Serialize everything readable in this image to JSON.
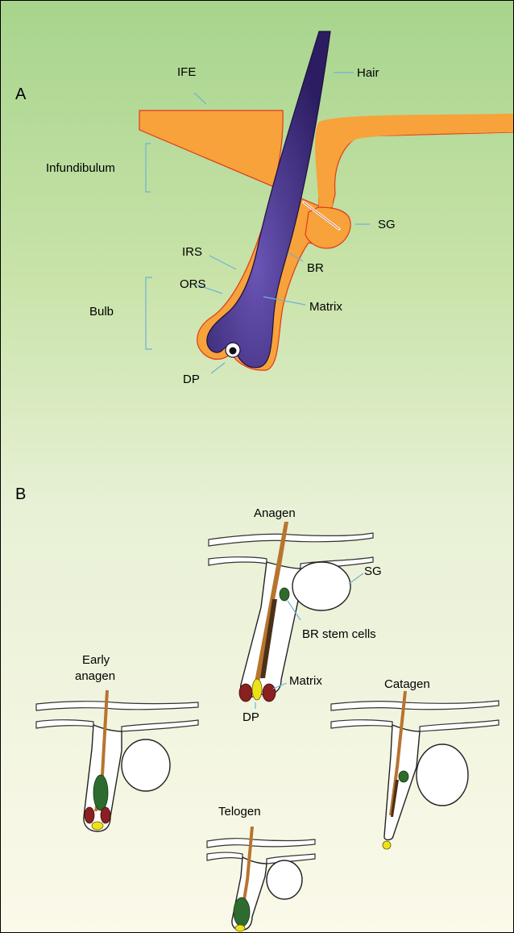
{
  "panel_a": {
    "letter": "A",
    "labels": {
      "hair": "Hair",
      "ife": "IFE",
      "infundibulum": "Infundibulum",
      "sg": "SG",
      "irs": "IRS",
      "br": "BR",
      "ors": "ORS",
      "bulb": "Bulb",
      "matrix": "Matrix",
      "dp": "DP"
    }
  },
  "panel_b": {
    "letter": "B",
    "stages": {
      "anagen": "Anagen",
      "early_anagen_line1": "Early",
      "early_anagen_line2": "anagen",
      "catagen": "Catagen",
      "telogen": "Telogen"
    },
    "labels": {
      "sg": "SG",
      "br_stem_cells": "BR stem cells",
      "matrix": "Matrix",
      "dp": "DP"
    }
  },
  "colors": {
    "hair_shaft": "#3e2a7c",
    "outer_sheath": "#f7a23a",
    "sheath_edge": "#e03a1a",
    "stem_cells": "#2e6b2e",
    "matrix_cells": "#8a2020",
    "dermal_papilla": "#ece21a",
    "hair_strand": "#b8742e",
    "leader_lines": "#6fb2d6"
  }
}
